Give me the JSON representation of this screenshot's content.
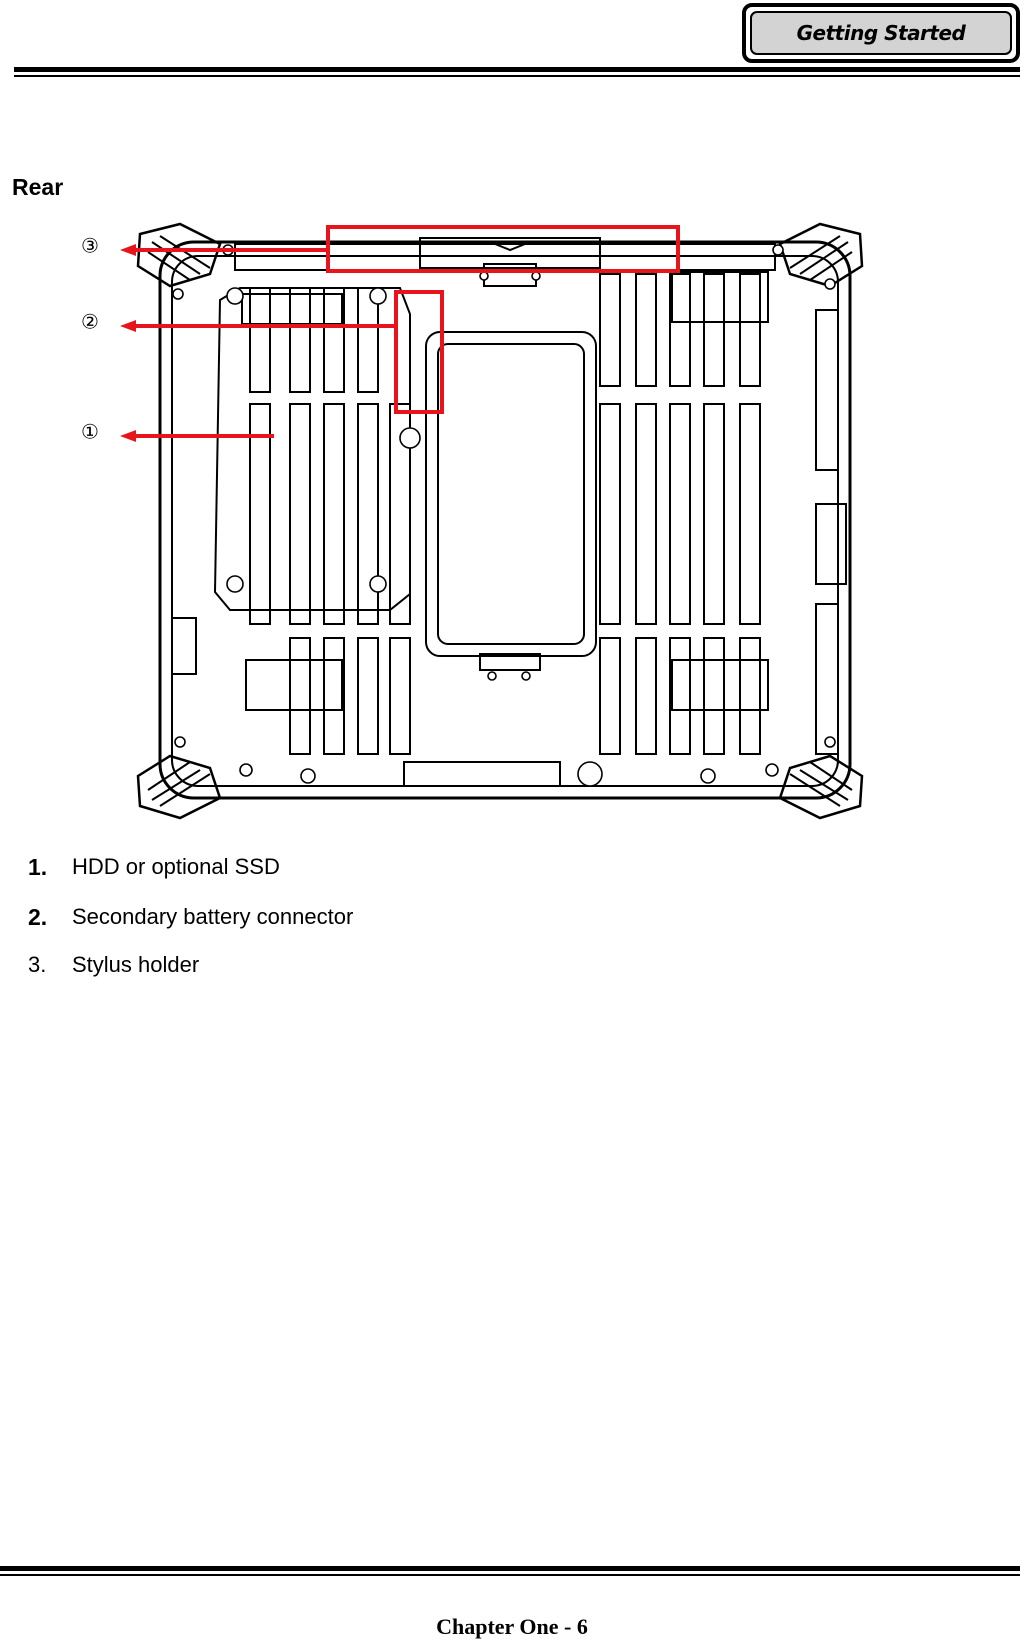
{
  "header": {
    "section_tab": "Getting Started"
  },
  "section": {
    "title": "Rear"
  },
  "figure": {
    "callouts": [
      "③",
      "②",
      "①"
    ],
    "colors": {
      "highlight": "#e8141b",
      "outline": "#000000",
      "detail": "#555555"
    }
  },
  "items": [
    {
      "number": "1.",
      "label": "HDD or optional SSD"
    },
    {
      "number": "2.",
      "label": "Secondary battery connector"
    },
    {
      "number": "3.",
      "label": "Stylus holder"
    }
  ],
  "footer": {
    "page_label": "Chapter One - 6"
  }
}
